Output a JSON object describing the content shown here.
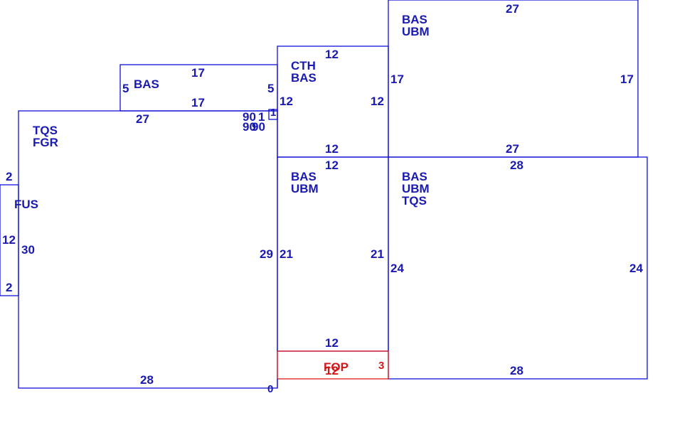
{
  "sections": {
    "tqs_fgr": {
      "codes": [
        "TQS",
        "FGR"
      ],
      "dims": {
        "top": "27",
        "bottom": "28",
        "left": "30",
        "right": "29"
      }
    },
    "fus": {
      "codes": [
        "FUS"
      ],
      "dims": {
        "top": "2",
        "middle": "12",
        "bottom": "2"
      }
    },
    "bas_small": {
      "codes": [
        "BAS"
      ],
      "dims": {
        "top": "17",
        "bottom": "17",
        "left": "5",
        "right": "5"
      }
    },
    "cth_bas": {
      "codes": [
        "CTH",
        "BAS"
      ],
      "dims": {
        "top": "12",
        "bottom": "12",
        "left": "12",
        "right": "12"
      }
    },
    "bas_ubm_top": {
      "codes": [
        "BAS",
        "UBM"
      ],
      "dims": {
        "top": "27",
        "bottom": "27",
        "left": "17",
        "right": "17"
      }
    },
    "bas_ubm_mid": {
      "codes": [
        "BAS",
        "UBM"
      ],
      "dims": {
        "top": "12",
        "bottom": "12",
        "left": "21",
        "right": "21"
      }
    },
    "bas_ubm_tqs": {
      "codes": [
        "BAS",
        "UBM",
        "TQS"
      ],
      "dims": {
        "top": "28",
        "bottom": "28",
        "left": "24",
        "right": "24"
      }
    },
    "fop": {
      "codes": [
        "FOP"
      ],
      "dims": {
        "bottom": "12",
        "right": "3"
      }
    },
    "connector": {
      "dims": {
        "a": "90",
        "b": "1",
        "c": "90",
        "d": "90",
        "e": "1"
      }
    },
    "origin_label": "0"
  },
  "colors": {
    "line": "#1010d8",
    "text": "#1a1ab0",
    "highlight": "#e01818"
  }
}
